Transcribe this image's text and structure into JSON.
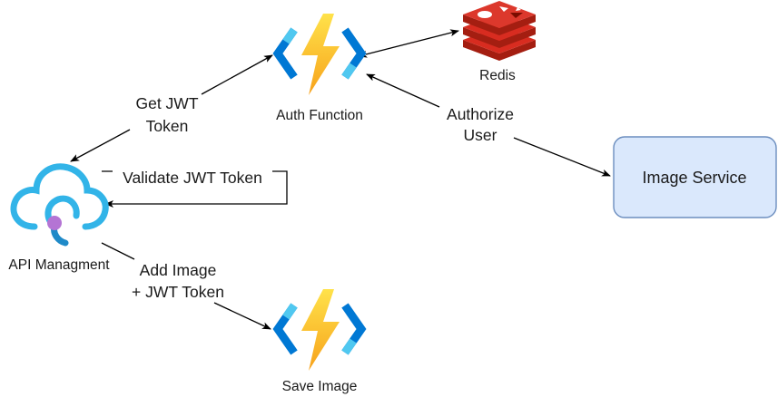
{
  "diagram": {
    "nodes": {
      "auth_function": {
        "label": "Auth Function",
        "icon": "azure-function-icon"
      },
      "redis": {
        "label": "Redis",
        "icon": "redis-icon"
      },
      "api_management": {
        "label": "API Managment",
        "icon": "api-management-cloud-icon"
      },
      "save_image": {
        "label": "Save Image",
        "icon": "azure-function-icon"
      },
      "image_service": {
        "label": "Image Service"
      }
    },
    "edges": {
      "get_jwt": {
        "line1": "Get JWT",
        "line2": "Token"
      },
      "validate_jwt": {
        "label": "Validate JWT Token"
      },
      "authorize_user": {
        "line1": "Authorize",
        "line2": "User"
      },
      "add_image": {
        "line1": "Add Image",
        "line2": "+ JWT Token"
      }
    }
  },
  "colors": {
    "function_bolt_yellow": "#FFD400",
    "function_bolt_orange": "#F7A21B",
    "function_bracket_blue": "#0078D4",
    "function_bracket_light": "#50C8F0",
    "redis_red": "#D82C20",
    "redis_dark": "#A41E11",
    "cloud_blue": "#32B4E8",
    "cloud_dot_purple": "#B474D4",
    "service_box_fill": "#DAE8FC",
    "service_box_stroke": "#6C8EBF",
    "arrow": "#000000"
  }
}
